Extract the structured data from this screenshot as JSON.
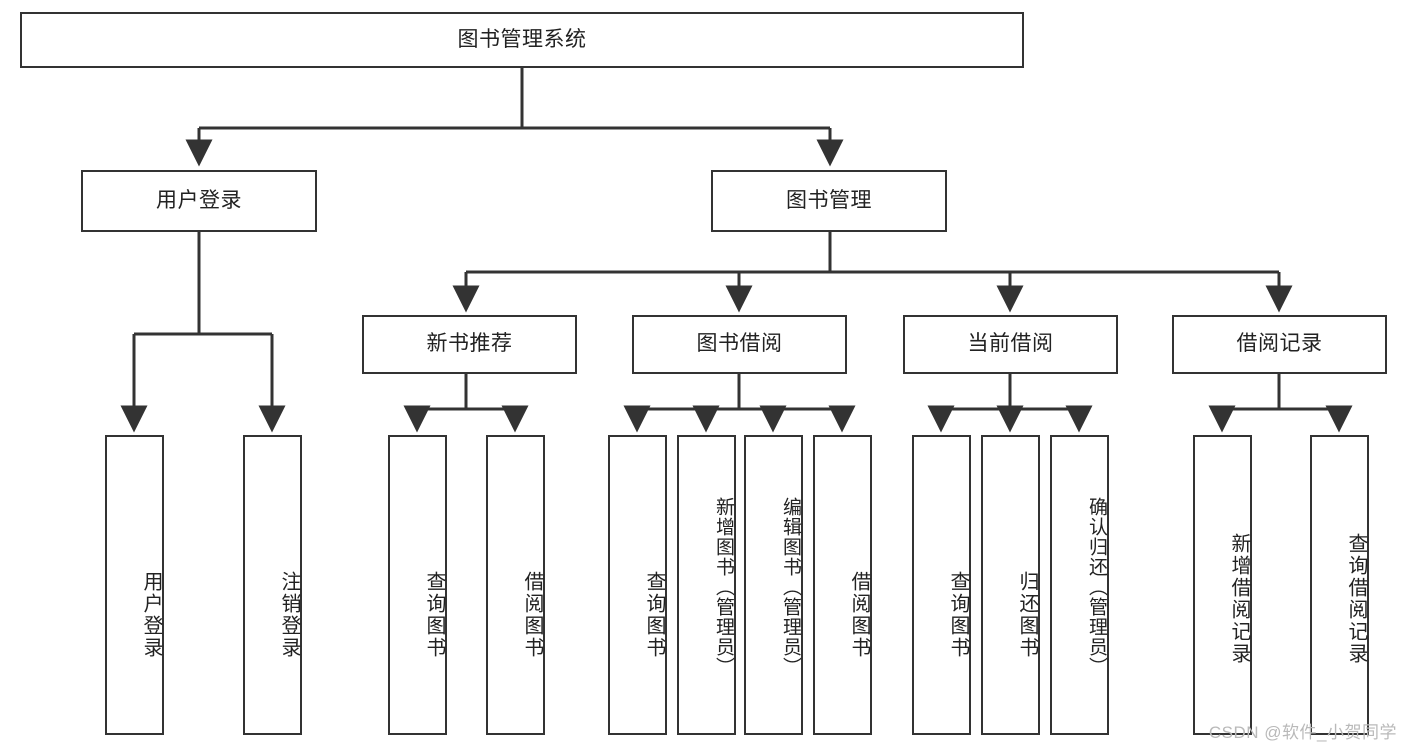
{
  "diagram": {
    "title_root": "图书管理系统",
    "watermark": "CSDN @软件_小贺同学",
    "level2": {
      "user_login": "用户登录",
      "book_manage": "图书管理"
    },
    "level3": {
      "new_book_rec": "新书推荐",
      "book_borrow": "图书借阅",
      "current_borrow": "当前借阅",
      "borrow_record": "借阅记录"
    },
    "leaves": {
      "user_login_1": "用户登录",
      "user_login_2": "注销登录",
      "new_book_1": "查询图书",
      "new_book_2": "借阅图书",
      "borrow_1": "查询图书",
      "borrow_2": "新增图书（管理员）",
      "borrow_3": "编辑图书（管理员）",
      "borrow_4": "借阅图书",
      "current_1": "查询图书",
      "current_2": "归还图书",
      "current_3": "确认归还（管理员）",
      "record_1": "新增借阅记录",
      "record_2": "查询借阅记录"
    }
  }
}
